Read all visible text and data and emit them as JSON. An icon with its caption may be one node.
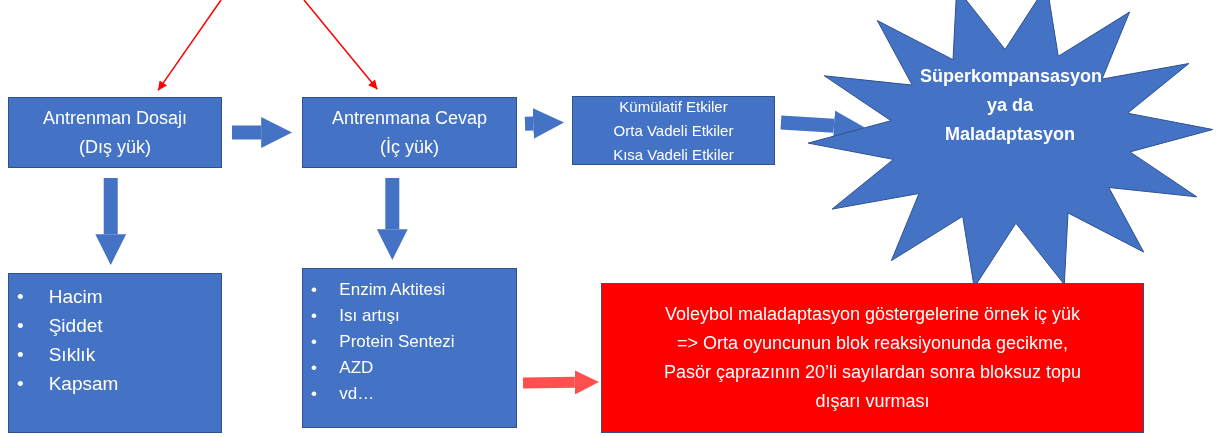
{
  "diagram": {
    "nodes": [
      {
        "text": [
          "Antrenman Dosajı (Dış yük)"
        ]
      },
      {
        "text": [
          "Antrenmana Cevap (İç yük)"
        ]
      },
      {
        "text": [
          "Kümülatif Etkiler",
          "Orta Vadeli Etkiler",
          "Kısa Vadeli Etkiler"
        ]
      },
      {
        "text": [
          "Süperkompansasyon ya da Maladaptasyon"
        ]
      },
      {
        "text": [
          "•\tHacim",
          "•\tŞiddet",
          "•\tSıklık",
          "•\tKapsam"
        ]
      },
      {
        "text": [
          "•\tEnzim Aktitesi",
          "•\tIsı artışı",
          "•\tProtein Sentezi",
          "•\tAZD",
          "•\tvd…"
        ]
      },
      {
        "text": [
          "Voleybol maladaptasyon göstergelerine örnek iç yük => Orta oyuncunun blok reaksiyonunda gecikme, Pasör çaprazının 20’li sayılardan sonra bloksuz topu dışarı vurması"
        ]
      }
    ],
    "edges": [
      {
        "from": null,
        "to": 0,
        "arrow": "to",
        "color": "#ff0000"
      },
      {
        "from": null,
        "to": 1,
        "arrow": "to",
        "color": "#ff0000"
      },
      {
        "from": 0,
        "to": 1,
        "arrow": "to"
      },
      {
        "from": 1,
        "to": 2,
        "arrow": "to"
      },
      {
        "from": 2,
        "to": 3,
        "arrow": "to"
      },
      {
        "from": 0,
        "to": 4,
        "arrow": "to"
      },
      {
        "from": 1,
        "to": 5,
        "arrow": "to"
      },
      {
        "from": 5,
        "to": 6,
        "arrow": "to",
        "color": "#ff5050"
      }
    ]
  }
}
